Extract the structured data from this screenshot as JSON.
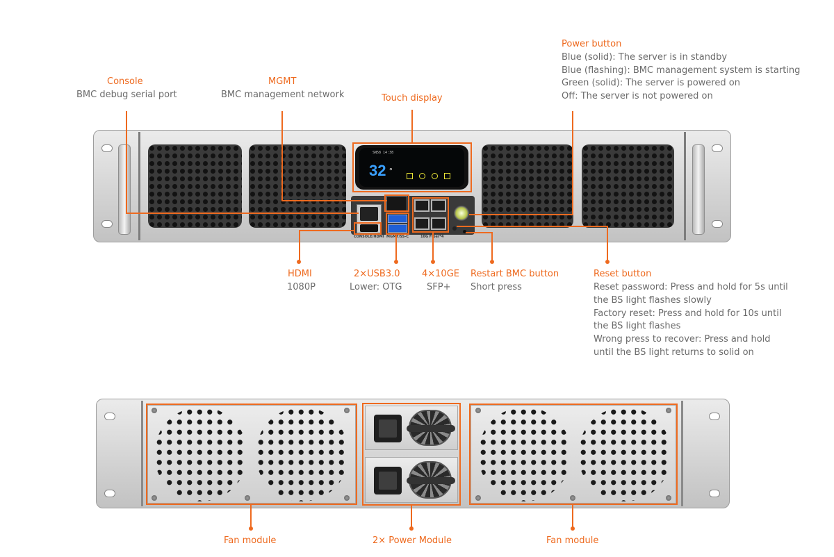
{
  "front": {
    "console": {
      "title": "Console",
      "desc": "BMC debug serial port"
    },
    "mgmt": {
      "title": "MGMT",
      "desc": "BMC management network"
    },
    "touch_display": {
      "title": "Touch display"
    },
    "power_button": {
      "title": "Power button",
      "lines": [
        "Blue (solid): The server is in standby",
        "Blue (flashing): BMC management system is starting",
        "Green (solid): The server is powered on",
        "Off: The server is not powered on"
      ]
    },
    "hdmi": {
      "title": "HDMI",
      "desc": "1080P"
    },
    "usb": {
      "title": "2×USB3.0",
      "desc": "Lower: OTG"
    },
    "sfp": {
      "title": "4×10GE",
      "desc": "SFP+"
    },
    "restart_bmc": {
      "title": "Restart BMC button",
      "desc": "Short press"
    },
    "reset": {
      "title": "Reset button",
      "lines": [
        "Reset password: Press and hold for 5s until",
        "the BS light flashes slowly",
        "Factory reset: Press and hold for 10s until",
        "the BS light flashes",
        "Wrong press to recover: Press and hold",
        "until the BS light returns to solid on"
      ]
    },
    "silk": {
      "console_hdmi": "CONSOLE/HDMI",
      "mgmt_ss": "MGMT/SS-C",
      "tengig": "10G Fiber*4"
    },
    "screen": {
      "temperature": "32",
      "unit": "°",
      "header": "SN58 14:38"
    }
  },
  "rear": {
    "fan_left": {
      "title": "Fan module"
    },
    "power_modules": {
      "title": "2× Power Module"
    },
    "fan_right": {
      "title": "Fan module"
    }
  },
  "colors": {
    "accent": "#ee6a1f",
    "text_gray": "#6b6b6b",
    "screen_value": "#3aa0ff"
  }
}
